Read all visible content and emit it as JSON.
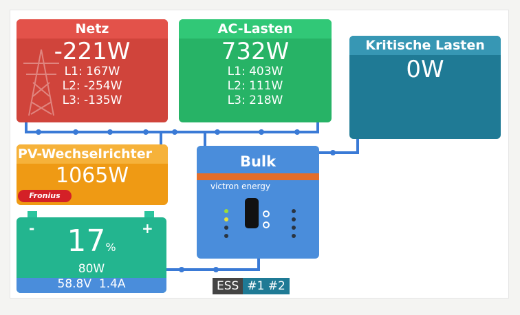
{
  "netz": {
    "title": "Netz",
    "power": "-221W",
    "l1": "L1: 167W",
    "l2": "L2: -254W",
    "l3": "L3: -135W"
  },
  "ac_lasten": {
    "title": "AC-Lasten",
    "power": "732W",
    "l1": "L1: 403W",
    "l2": "L2: 111W",
    "l3": "L3: 218W"
  },
  "kritische_lasten": {
    "title": "Kritische Lasten",
    "power": "0W"
  },
  "pv": {
    "title": "PV-Wechselrichter",
    "power": "1065W",
    "brand": "Fronius"
  },
  "battery": {
    "soc": "17",
    "soc_unit": "%",
    "power": "80W",
    "voltage": "58.8V",
    "current": "1.4A",
    "minus": "-",
    "plus": "+"
  },
  "inverter": {
    "state": "Bulk",
    "brand": "victron energy"
  },
  "footer": {
    "mode": "ESS",
    "unit1": "#1",
    "unit2": "#2"
  },
  "colors": {
    "netz": "#d0443b",
    "ac": "#27b366",
    "krit": "#1f7a95",
    "pv": "#ef9a14",
    "battery": "#23b58f",
    "inverter": "#4a8ddb"
  }
}
